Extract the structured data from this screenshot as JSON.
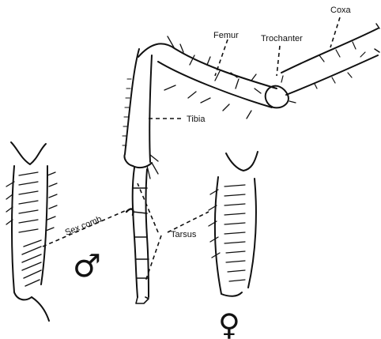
{
  "labels": {
    "coxa": "Coxa",
    "femur": "Femur",
    "trochanter": "Trochanter",
    "tibia": "Tibia",
    "sex_comb": "Sex comb",
    "tarsus": "Tarsus"
  },
  "symbols": {
    "male": "♂",
    "female": "♀"
  }
}
